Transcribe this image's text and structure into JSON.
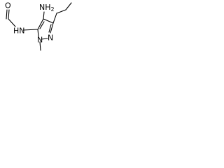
{
  "molecule": {
    "atoms": {
      "amino_top": "NH",
      "amino_top_sub": "2",
      "amide_nh": "HN",
      "carbonyl_o": "O",
      "ring_n2": "N",
      "ring_n1": "N"
    },
    "colors": {
      "ink": "#000000",
      "background": "#ffffff"
    }
  }
}
